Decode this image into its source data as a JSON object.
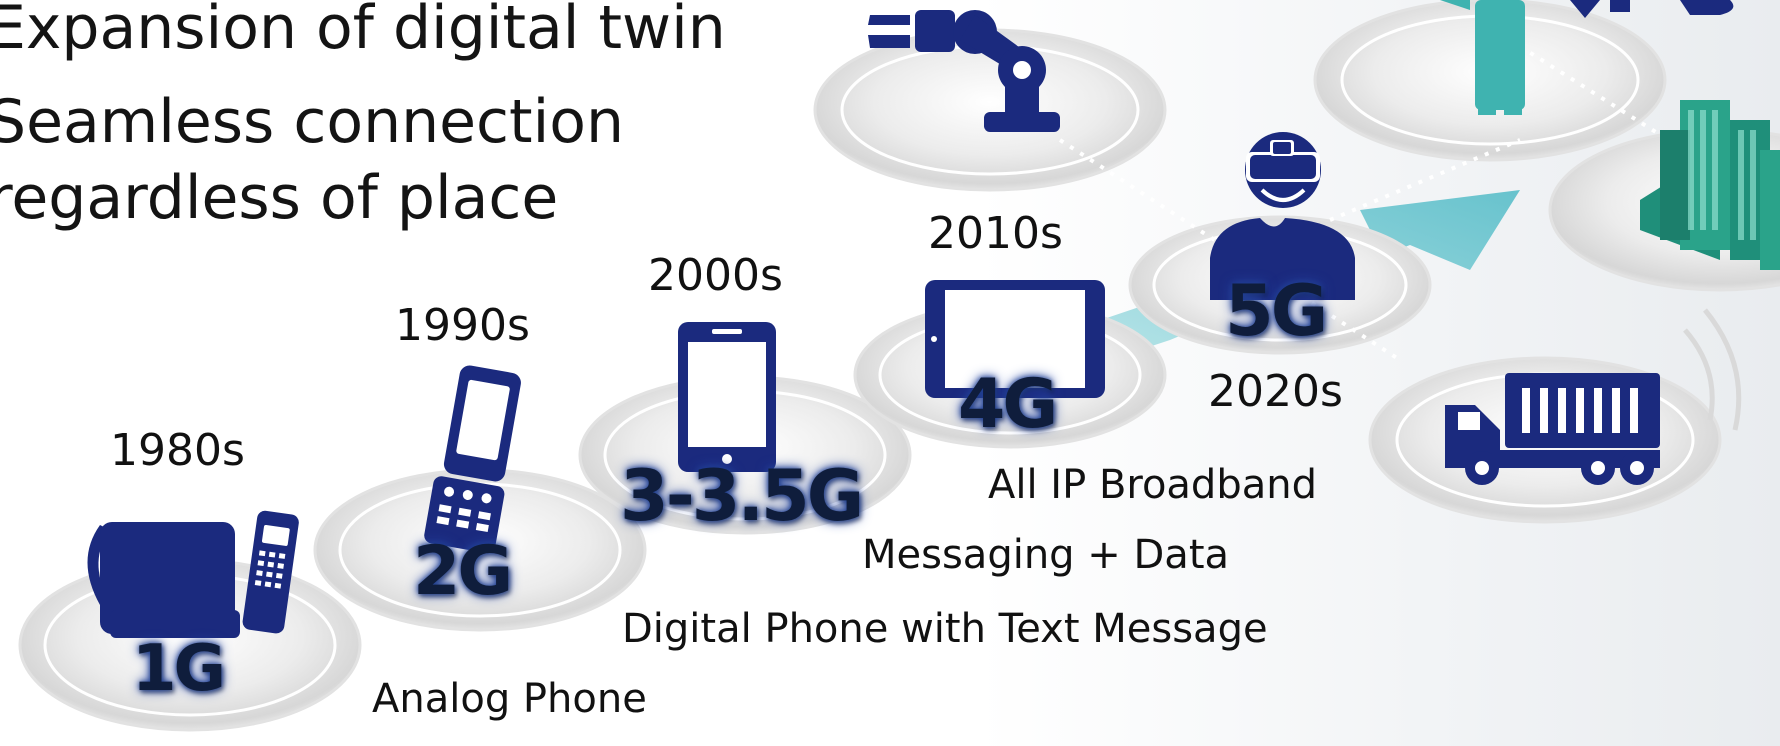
{
  "bullets": {
    "line1": "Expansion of digital twin",
    "line2a": "Seamless connection",
    "line2b": "regardless of place"
  },
  "generations": [
    {
      "label": "1G",
      "era": "1980s",
      "description": "Analog Phone",
      "icon": "desk-phone-icon"
    },
    {
      "label": "2G",
      "era": "1990s",
      "description": "Digital Phone with Text Message",
      "icon": "flip-phone-icon"
    },
    {
      "label": "3-3.5G",
      "era": "2000s",
      "description": "Messaging + Data",
      "icon": "smartphone-icon"
    },
    {
      "label": "4G",
      "era": "2010s",
      "description": "All IP Broadband",
      "icon": "tablet-icon"
    },
    {
      "label": "5G",
      "era": "2020s",
      "description": "",
      "icon": "vr-headset-person-icon"
    }
  ],
  "side_icons": [
    "robot-arm-icon",
    "person-icon",
    "city-buildings-icon",
    "truck-icon"
  ],
  "colors": {
    "icon_navy": "#1b2a7e",
    "label_dark": "#0f1d3c",
    "arrow_teal": "#5fc3cc",
    "city_green": "#1f8f7a",
    "person_teal": "#3fb3b0"
  }
}
